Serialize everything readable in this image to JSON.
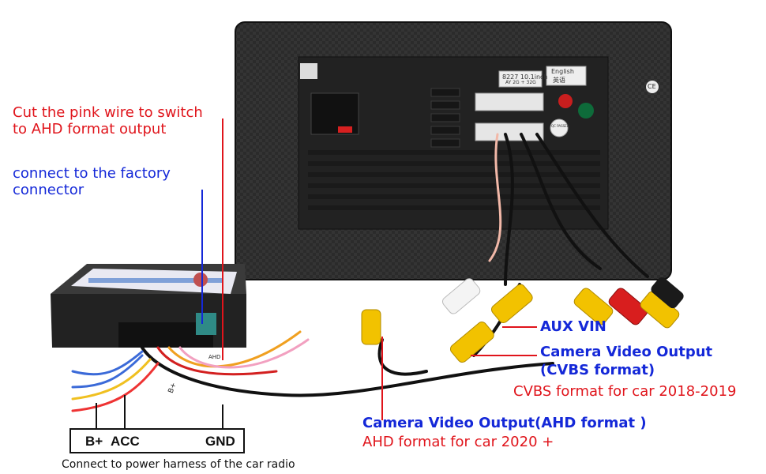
{
  "labels": {
    "cut_pink_line1": "Cut the pink wire to switch",
    "cut_pink_line2": "to AHD format output",
    "factory_line1": "connect to the factory",
    "factory_line2": "connector",
    "aux_vin": "AUX VIN",
    "cam_cvbs_line1": "Camera Video Output",
    "cam_cvbs_line2": "(CVBS format)",
    "cvbs_car": "CVBS format for car 2018-2019",
    "cam_ahd": "Camera Video Output(AHD format )",
    "ahd_car": "AHD format for car 2020 +",
    "b_plus": "B+",
    "acc": "ACC",
    "gnd": "GND",
    "power_note": "Connect to power harness of the car radio"
  },
  "unit_markings": {
    "sticker_model": "8227",
    "sticker_size": "10.1inch",
    "sticker_spec": "AY 2G + 32G",
    "sticker_lang": "English",
    "sticker_lang_cn": "英语",
    "sticker_qc": "QC PASSED",
    "ce_mark": "CE",
    "box_sticker": "B+",
    "wire_tag": "AHD"
  },
  "colors": {
    "red_text": "#e0141b",
    "blue_text": "#1428d8",
    "unit_body": "#2a2a2a",
    "rca_yellow": "#f2c200",
    "rca_red": "#d81e1e",
    "rca_white": "#f4f4f4",
    "rca_black": "#1a1a1a",
    "fakra_teal": "#2f8a86"
  }
}
